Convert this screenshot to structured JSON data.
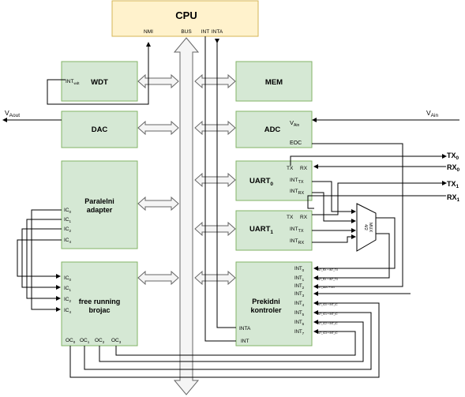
{
  "cpu": {
    "title": "CPU",
    "nmi": "NMI",
    "bus": "BUS",
    "int": "INT",
    "inta": "INTA"
  },
  "wdt": {
    "title": "WDT",
    "int_main": "INT",
    "int_sub": "wdt"
  },
  "mem": {
    "title": "MEM"
  },
  "dac": {
    "title": "DAC"
  },
  "adc": {
    "title": "ADC",
    "vain_main": "V",
    "vain_sub": "Ain",
    "eoc": "EOC"
  },
  "signals": {
    "vaout_main": "V",
    "vaout_sub": "Aout",
    "vain_main": "V",
    "vain_sub": "Ain"
  },
  "paralelni": {
    "title_1": "Paralelni",
    "title_2": "adapter",
    "ic0": "IC",
    "ic0_sub": "0",
    "ic1": "IC",
    "ic1_sub": "1",
    "ic2": "IC",
    "ic2_sub": "2",
    "ic4": "IC",
    "ic4_sub": "4"
  },
  "uart0": {
    "title": "UART",
    "title_sub": "0",
    "tx": "TX",
    "rx": "RX",
    "inttx": "INT",
    "inttx_sub": "TX",
    "intrx": "INT",
    "intrx_sub": "RX"
  },
  "uart1": {
    "title": "UART",
    "title_sub": "1",
    "tx": "TX",
    "rx": "RX",
    "inttx": "INT",
    "inttx_sub": "TX",
    "intrx": "INT",
    "intrx_sub": "RX"
  },
  "io": {
    "tx0": "TX",
    "tx0_sub": "0",
    "rx0": "RX",
    "rx0_sub": "0",
    "tx1": "TX",
    "tx1_sub": "1",
    "rx1": "RX",
    "rx1_sub": "1"
  },
  "mux": {
    "label_1": "MUX",
    "label_2": "4/2"
  },
  "frc": {
    "title_1": "free running",
    "title_2": "brojac",
    "ic0": "IC",
    "ic0_sub": "0",
    "ic1": "IC",
    "ic1_sub": "1",
    "ic2": "IC",
    "ic2_sub": "2",
    "ic4": "IC",
    "ic4_sub": "4",
    "oc0": "OC",
    "oc0_sub": "0",
    "oc1": "OC",
    "oc1_sub": "1",
    "oc2": "OC",
    "oc2_sub": "2",
    "oc3": "OC",
    "oc3_sub": "3"
  },
  "pic": {
    "title_1": "Prekidni",
    "title_2": "kontroler",
    "inta": "INTA",
    "int": "INT",
    "inputs": [
      {
        "label": "INT",
        "sub": "0",
        "note": "INT_RX + INT_TX"
      },
      {
        "label": "INT",
        "sub": "1",
        "note": "INT_RX + INT_TX"
      },
      {
        "label": "INT",
        "sub": "2",
        "note": "INT_ADC + INT"
      },
      {
        "label": "INT",
        "sub": "3",
        "note": ""
      },
      {
        "label": "INT",
        "sub": "4",
        "note": "INT_IC0 + INT_IC"
      },
      {
        "label": "INT",
        "sub": "5",
        "note": "INT_IC1 + INT_IC"
      },
      {
        "label": "INT",
        "sub": "6",
        "note": "INT_IC2 + INT_IC"
      },
      {
        "label": "INT",
        "sub": "7",
        "note": "INT_IC3 + INT_IC"
      }
    ]
  }
}
